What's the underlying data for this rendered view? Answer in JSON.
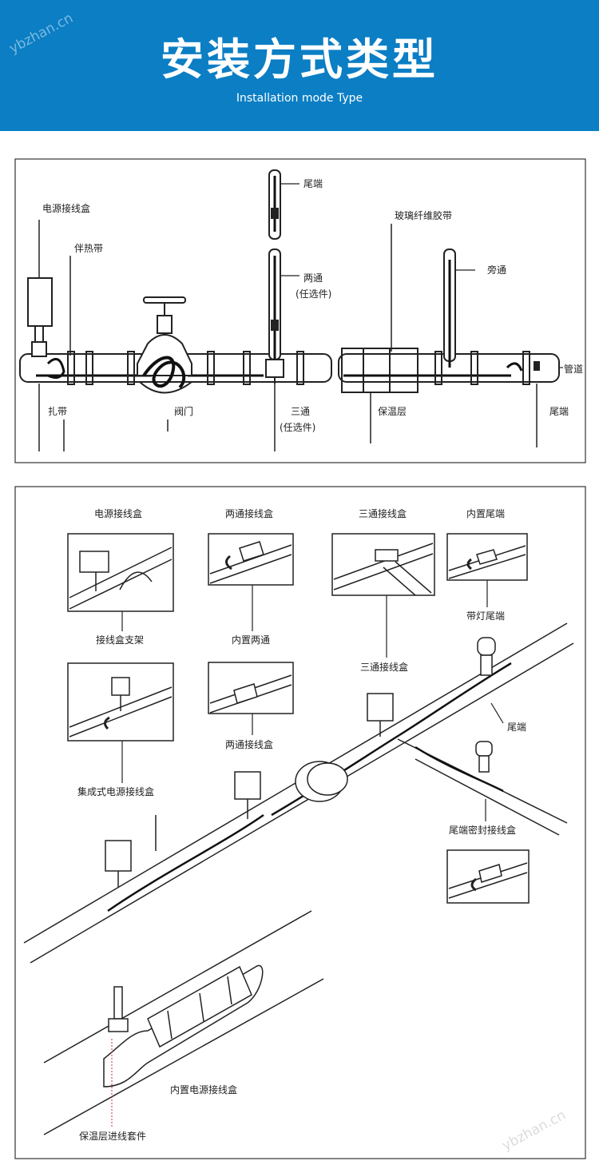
{
  "header": {
    "title": "安装方式类型",
    "subtitle": "Installation mode Type",
    "watermark": "ybzhan.cn",
    "bg_color": "#0b7ec4"
  },
  "diagram1": {
    "labels": {
      "power_box": "电源接线盒",
      "heat_tape": "伴热带",
      "tail_top": "尾端",
      "two_way": "两通",
      "two_way_opt": "(任选件)",
      "glass_tape": "玻璃纤维胶带",
      "bypass": "旁通",
      "pipe": "管道",
      "tie": "扎带",
      "valve": "阀门",
      "tee": "三通",
      "tee_opt": "(任选件)",
      "insulation": "保温层",
      "tail_right": "尾端"
    }
  },
  "diagram2": {
    "labels": {
      "power_box": "电源接线盒",
      "two_way_box_top": "两通接线盒",
      "tee_box_top": "三通接线盒",
      "builtin_tail": "内置尾端",
      "box_bracket": "接线盒支架",
      "builtin_two_way": "内置两通",
      "tee_box_mid": "三通接线盒",
      "lamp_tail": "带灯尾端",
      "tail": "尾端",
      "two_way_box_bottom": "两通接线盒",
      "integrated_power_box": "集成式电源接线盒",
      "tail_seal_box": "尾端密封接线盒",
      "builtin_power_box": "内置电源接线盒",
      "insulation_entry_kit": "保温层进线套件"
    },
    "watermark": "ybzhan.cn"
  }
}
